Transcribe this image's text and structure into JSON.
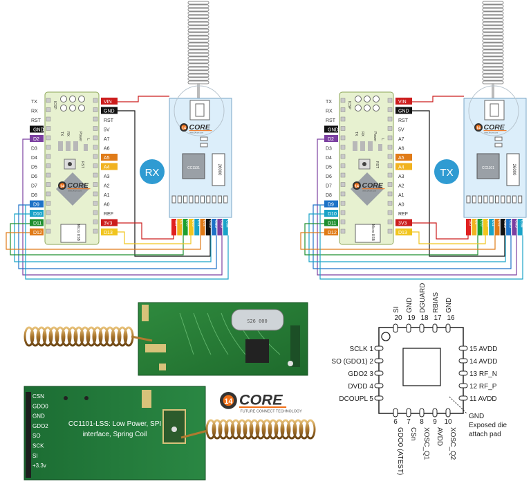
{
  "left_diagram": {
    "badge": "RX",
    "left_pins": [
      "TX",
      "RX",
      "RST",
      "GND",
      "D2",
      "D3",
      "D4",
      "D5",
      "D6",
      "D7",
      "D8",
      "D9",
      "D10",
      "D11",
      "D12"
    ],
    "right_pins": [
      "VIN",
      "GND",
      "RST",
      "5V",
      "A7",
      "A6",
      "A5",
      "A4",
      "A3",
      "A2",
      "A1",
      "A0",
      "REF",
      "3V3",
      "D13"
    ],
    "chip": "CC1101",
    "crystal": "26000",
    "header_pins": [
      "3v3",
      "D2",
      "D10",
      "D13",
      "D11",
      "D12",
      "GND",
      "GND",
      "GND",
      "CSN"
    ]
  },
  "right_diagram": {
    "badge": "TX",
    "left_pins": [
      "TX",
      "RX",
      "RST",
      "GND",
      "D2",
      "D3",
      "D4",
      "D5",
      "D6",
      "D7",
      "D8",
      "D9",
      "D10",
      "D11",
      "D12"
    ],
    "right_pins": [
      "VIN",
      "GND",
      "RST",
      "5V",
      "A7",
      "A6",
      "A5",
      "A4",
      "A3",
      "A2",
      "A1",
      "A0",
      "REF",
      "3V3",
      "D13"
    ],
    "chip": "CC1101",
    "crystal": "26000",
    "header_pins": [
      "3v3",
      "D2",
      "D10",
      "D13",
      "D11",
      "D12",
      "GND",
      "GND",
      "GND",
      "CSN"
    ]
  },
  "nano_board": {
    "icsp": "ICSP",
    "power": "Power",
    "led_labels": [
      "TX",
      "RX",
      "L"
    ],
    "rst": "RST",
    "usb": "Micro USB"
  },
  "logo": {
    "text": "CORE",
    "badge": "14",
    "tagline": "www.14core.com"
  },
  "module_photo": {
    "pins": [
      "CSN",
      "GDO0",
      "GND",
      "GDO2",
      "SO",
      "SCK",
      "SI",
      "+3.3v"
    ],
    "caption": "CC1101-LSS: Low Power, SPI interface, Spring Coil",
    "crystal_marking": "S26 000",
    "logo": {
      "text": "CORE",
      "badge": "14",
      "tagline": "FUTURE CONNECT TECHNOLOGY"
    }
  },
  "pinout": {
    "top": [
      {
        "num": "20",
        "name": "SI"
      },
      {
        "num": "19",
        "name": "GND"
      },
      {
        "num": "18",
        "name": "DGUARD"
      },
      {
        "num": "17",
        "name": "RBIAS"
      },
      {
        "num": "16",
        "name": "GND"
      }
    ],
    "left": [
      {
        "num": "1",
        "name": "SCLK"
      },
      {
        "num": "2",
        "name": "SO (GDO1)"
      },
      {
        "num": "3",
        "name": "GDO2"
      },
      {
        "num": "4",
        "name": "DVDD"
      },
      {
        "num": "5",
        "name": "DCOUPL"
      }
    ],
    "right": [
      {
        "num": "15",
        "name": "AVDD"
      },
      {
        "num": "14",
        "name": "AVDD"
      },
      {
        "num": "13",
        "name": "RF_N"
      },
      {
        "num": "12",
        "name": "RF_P"
      },
      {
        "num": "11",
        "name": "AVDD"
      }
    ],
    "bottom": [
      {
        "num": "6",
        "name": "GDO0 (ATEST)"
      },
      {
        "num": "7",
        "name": "CSn"
      },
      {
        "num": "8",
        "name": "XOSC_Q1"
      },
      {
        "num": "9",
        "name": "AVDD"
      },
      {
        "num": "10",
        "name": "XOSC_Q2"
      }
    ],
    "pad_note": [
      "GND",
      "Exposed die",
      "attach pad"
    ]
  }
}
